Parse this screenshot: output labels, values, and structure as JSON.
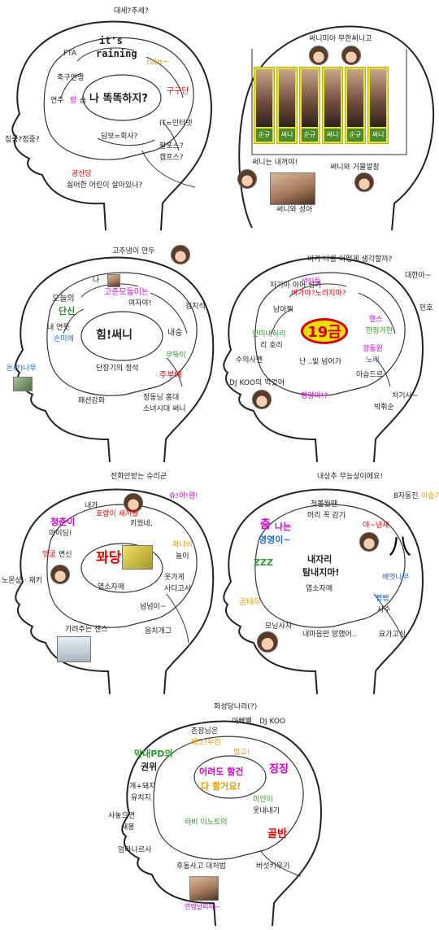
{
  "panel1": {
    "q_top": "대세?추세?",
    "fta": "FTA",
    "raining1": "it's",
    "raining2": "raining",
    "rain": "rain~",
    "center": "나 똑똑하지?",
    "gugu": "구구단",
    "chukgu": "축구연맹",
    "yeonjoo_a": "연주",
    "yeonjoo_b": "랑",
    "yeonjoo_c": "슴",
    "it": "IT=인터넷",
    "dambo": "담보=회사?",
    "papal": "팔포스?",
    "papal2": "캠프스?",
    "jipjung": "집중?점중?",
    "gongsan": "공산당",
    "silk": "싫어한 어린이 살아있나?"
  },
  "panel2": {
    "top": "써니미아 무한써니고",
    "labels": [
      "순규",
      "써니",
      "순규",
      "써니",
      "순규",
      "써니"
    ],
    "naekkeo": "써니는 내꺼야!",
    "geomul": "써니와 거물깔창",
    "sunny_sungah": "써니와 성아"
  },
  "panel3": {
    "top": "고추냉이 만두",
    "a1": "나",
    "a2": "고준모들이는",
    "a3": "여자야!",
    "b1": "오늘의",
    "b2": "단신",
    "c1": "내 연못",
    "c2": "손미에",
    "center": "힘!써니",
    "kim": "김지석",
    "naesu": "내숭",
    "mugu": "무뚝이",
    "jubu": "주부애",
    "jeol": "단장기의 정석",
    "don": "돈(?)나무",
    "fashion": "패션감화",
    "sonyeo1": "정동닝 홍대",
    "sonyeo2": "소녀시대 써니"
  },
  "panel4": {
    "top": "비가 나를 어떻게 생각할까?",
    "dae": "대한아~",
    "minho": "민호",
    "s1": "선인들",
    "s2": "벼가야?노리지마?",
    "s3": "차기아 아이 성가",
    "s4": "남아뭐",
    "badge": "19금",
    "h1": "핸스",
    "h2": "한정가한",
    "g1": "강동원",
    "g2": "노래",
    "b1": "안미내하리",
    "b2": "리 호리",
    "suyi": "수의사멘",
    "n1": "난 ...",
    "n2": "빛 넘어가",
    "ok": "아습드르",
    "djkoo": "DJ KOO의 먹었어",
    "ppang": "빵양야!?",
    "chugi": "처기사~",
    "park": "박휘순"
  },
  "panel5": {
    "top": "전화안받는 슈리군",
    "hui": "슈!이!원!",
    "n1": "내가",
    "n2": "호랑이 새끼를",
    "n3": "키웠네,",
    "cheong": "청춘이",
    "maid": "마이딩!",
    "center": "꽈당",
    "eum1": "엉굼",
    "eum2": "변신",
    "hwan1": "확나비",
    "hwan2": "놀이",
    "ui1": "옷가게",
    "ui2": "사다고시",
    "yeop": "엽소자매",
    "ne": "넘넘이~",
    "nomon": "노몬상 · 재키",
    "garyeo": "가려주는 센스",
    "gag": "음치개그"
  },
  "panel6": {
    "top": "내상추 무능상이에요!",
    "eight": "8자동진",
    "lee": "이승기",
    "chum": "춤",
    "na": "나는",
    "yeongyeong": "영영이~",
    "ch1": "첫볼월땐",
    "ch2": "머리 꼭 감기",
    "ch3": "아~냄새",
    "ho": "八",
    "zzz": "ZZZ",
    "nae1": "내자리",
    "nae2": "탐내지마!",
    "bae": "배엣나무",
    "bbae": "뻥뻥",
    "sasu": "사수",
    "gong": "곰태우",
    "yeop": "엽소자매",
    "molla": "모닝사자",
    "pig": "내마음만 망했어..",
    "yoga": "요가고싱"
  },
  "panel7": {
    "top": "화성당나라(?)",
    "abba": "아빠벨",
    "dj": "DJ KOO",
    "ch1": "촌장님은",
    "ch2": "패고!우린",
    "ch3": "법고!",
    "mak1": "막내PD의",
    "mak2": "권위",
    "center1": "어려도 할건",
    "center2": "다 할거요!",
    "jing": "징징",
    "gae1": "개+돼지",
    "gae2": "유치지",
    "mi1": "미인이",
    "mi2": "옷내내기",
    "sa1": "사놓으면",
    "sa2": "새봉",
    "ha": "하비 이노트의",
    "ma": "엄마나르사",
    "gol": "골반",
    "hu": "후동사고 대처법",
    "beot": "버섯키우기",
    "yeo": "연맹날리와~"
  }
}
